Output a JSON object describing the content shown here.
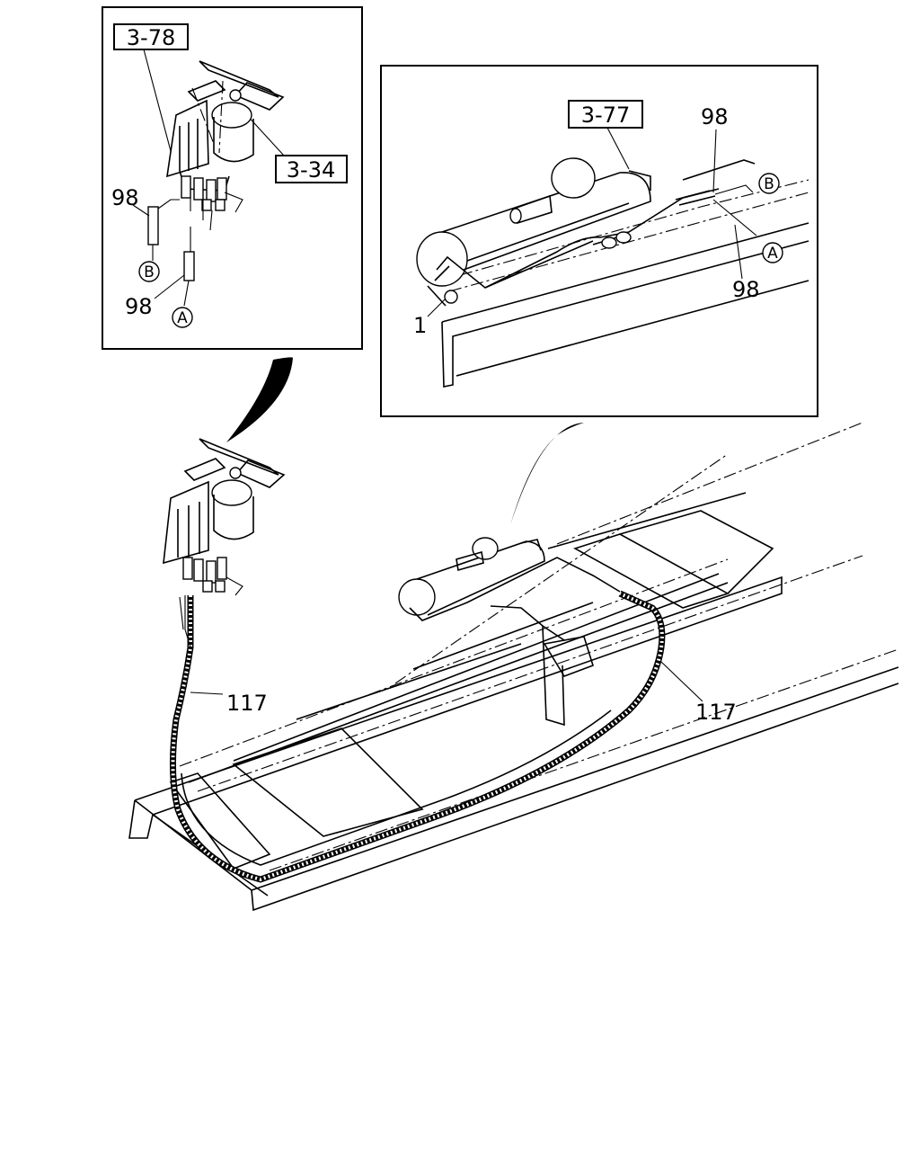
{
  "callouts": {
    "inset_left_ref": "3-78",
    "inset_left_ref2": "3-34",
    "inset_left_98_top": "98",
    "inset_left_98_bottom": "98",
    "inset_left_b": "B",
    "inset_left_a": "A",
    "inset_right_ref": "3-77",
    "inset_right_98_top": "98",
    "inset_right_98_bottom": "98",
    "inset_right_b": "B",
    "inset_right_a": "A",
    "inset_right_1": "1",
    "main_117_left": "117",
    "main_117_right": "117"
  }
}
